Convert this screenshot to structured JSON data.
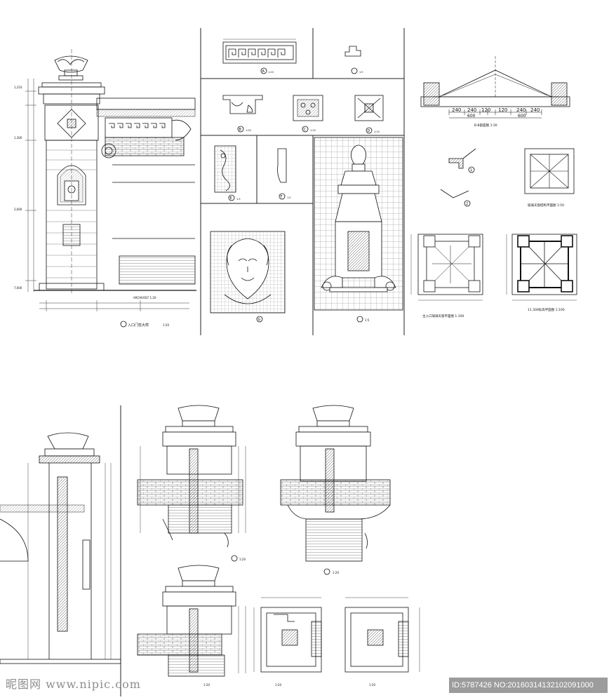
{
  "sheet_labels": {
    "main_elevation_title": "入口门柱大样",
    "main_elevation_scale": "1:20",
    "section_bb_title": "B-B剖面图 1:20",
    "bb_dims": [
      "240",
      "240",
      "120",
      "120",
      "240",
      "240"
    ],
    "bb_total_left": "600",
    "bb_total_right": "600",
    "glass_roof_plan": "玻璃天窗结构平面图 1:50",
    "entry_roof_plan": "主入口玻璃天窗平面图 1:100",
    "roof_layout_plan": "11.300标高平面图 1:100",
    "grid_panel_caption": "1:5",
    "detail_a_scale": "1:20",
    "detail_b_scale": "1:20",
    "detail_c_scale": "1:20",
    "detail_d_scale": "1:10",
    "detail_e_scale": "1:5",
    "detail_f_scale": "1:5",
    "detail_small_scale": "1:5",
    "section_1_scale": "1:20",
    "section_2_scale": "1:20",
    "section_3_scale": "1:20",
    "plan_1_scale": "1:20",
    "plan_2_scale": "1:20",
    "circle_a": "A",
    "circle_b": "B",
    "circle_c": "C",
    "circle_d": "D",
    "circle_e": "E",
    "circle_f": "F",
    "circle_g": "G",
    "circle_1": "1",
    "circle_2": "2"
  },
  "watermark": {
    "site": "昵图网 www.nipic.com",
    "id_text": "ID:5787426 NO:20160314132102091000"
  }
}
